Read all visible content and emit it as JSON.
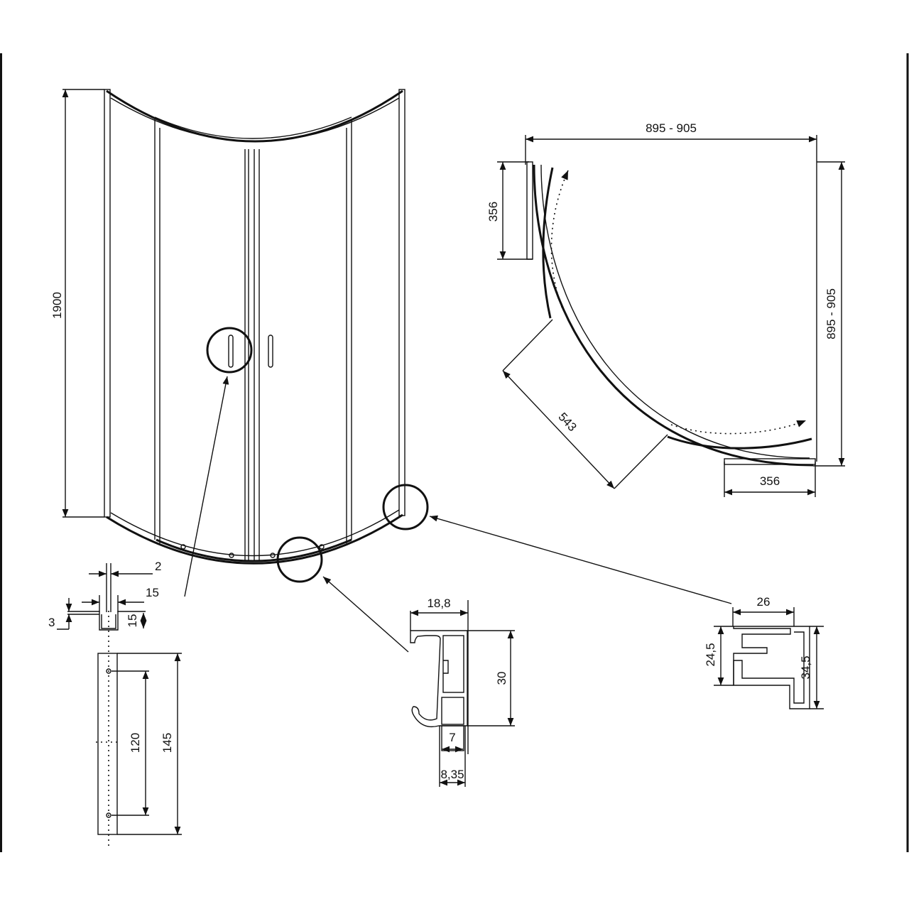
{
  "front_view": {
    "height_label": "1900"
  },
  "plan_view": {
    "width_label": "895 - 905",
    "depth_label": "895 - 905",
    "side_panel_label": "356",
    "bottom_panel_label": "356",
    "door_opening_label": "543"
  },
  "handle_detail": {
    "thickness_label": "2",
    "width_label": "15",
    "gap_label": "3",
    "depth_label": "15",
    "hole_spacing_label": "120",
    "length_label": "145"
  },
  "bottom_profile": {
    "width_label": "18,8",
    "height_label": "30",
    "slot_label": "7",
    "base_label": "8,35"
  },
  "wall_profile": {
    "width_label": "26",
    "inner_height_label": "24,5",
    "outer_height_label": "34,5"
  }
}
